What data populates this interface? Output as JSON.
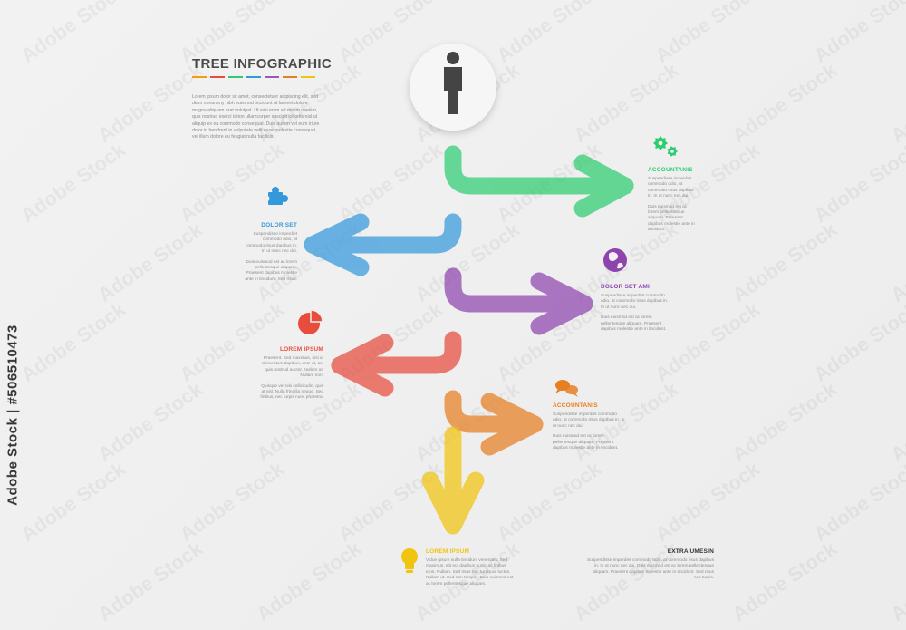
{
  "title": "TREE INFOGRAPHIC",
  "title_underline_colors": [
    "#f39c12",
    "#e74c3c",
    "#2ecc71",
    "#3498db",
    "#9b59b6",
    "#e67e22",
    "#f1c40f"
  ],
  "intro_text": "Lorem ipsum dolor sit amet, consectetuer adipiscing elit, sed diam nonummy nibh euismod tincidunt ut laoreet dolore magna aliquam erat volutpat. Ut wisi enim ad minim veniam, quis nostrud exerci tation ullamcorper suscipit lobortis nisl ut aliquip ex ea commodo consequat. Duis autem vel eum iriure dolor in hendrerit in vulputate velit esse molestie consequat, vel illum dolore eu feugiat nulla facilisis.",
  "root_icon": "person-icon",
  "side_text": "Adobe Stock | #506510473",
  "watermark_text": "Adobe Stock",
  "branches": [
    {
      "id": "accountans-green",
      "heading": "ACCOUNTANIS",
      "color": "#2ecc71",
      "icon": "gears-icon",
      "side": "right",
      "text_1": "Suspendisse imperdiet commodo odio, at commodo risus dapibus in. In ut nunc nec dui.",
      "text_2": "Duis euismod est ac lorem pellentesque aliquam. Praesent dapibus molestie ante in tincidunt."
    },
    {
      "id": "dolor-set",
      "heading": "DOLOR SET",
      "color": "#3498db",
      "icon": "puzzle-icon",
      "side": "left",
      "text_1": "Suspendisse imperdiet commodo odio, at commodo risus dapibus in. In ut nunc nec dui.",
      "text_2": "Duis euismod est ac lorem pellentesque aliquam. Praesent dapibus molestie ante in tincidunt. Sed risus."
    },
    {
      "id": "dolor-set-ami",
      "heading": "DOLOR SET AMI",
      "color": "#8e44ad",
      "icon": "globe-icon",
      "side": "right",
      "text_1": "Suspendisse imperdiet commodo odio, at commodo risus dapibus in. In ut nunc nec dui.",
      "text_2": "Duis euismod est ac lorem pellentesque aliquam. Praesent dapibus molestie ante in tincidunt."
    },
    {
      "id": "lorem-ipsum-red",
      "heading": "LOREM IPSUM",
      "color": "#e74c3c",
      "icon": "pie-chart-icon",
      "side": "left",
      "text_1": "Praesent. Sed maximus, nisi at elementum dapibus, ante ut, ac, quis nostrud auctor. Nullam ut. Nullam non.",
      "text_2": "Quisque vel nisi sollicitudin, quis at nisl. Nulla fringilla neque. Sed finibus, nec turpis nunc pharetra."
    },
    {
      "id": "accountans-orange",
      "heading": "ACCOUNTANIS",
      "color": "#e67e22",
      "icon": "chat-bubbles-icon",
      "side": "right",
      "text_1": "Suspendisse imperdiet commodo odio, at commodo risus dapibus in. In ut nunc nec dui.",
      "text_2": "Duis euismod est ac lorem pellentesque aliquam. Praesent dapibus molestie ante in tincidunt."
    },
    {
      "id": "lorem-ipsum-yellow",
      "heading": "LOREM IPSUM",
      "color": "#f1c40f",
      "icon": "lightbulb-icon",
      "side": "bottom",
      "text_1": "Vidue ipsum nulla tincidunt venenatis. Sed maximus, elit eu, dapibus nunc, ac finibus eros. Nullam. Sed risus nec turpis ac luctus. Nullam ut. Sed non tempor. Duis euismod est ac lorem pellentesque aliquam."
    }
  ],
  "extra": {
    "heading": "EXTRA UMESIN",
    "color": "#333333",
    "text_1": "Suspendisse imperdiet commodo odio, at commodo risus dapibus in. In ut nunc nec dui. Duis euismod est ac lorem pellentesque aliquam. Praesent dapibus molestie ante in tincidunt. Sed risus nec turpis."
  }
}
